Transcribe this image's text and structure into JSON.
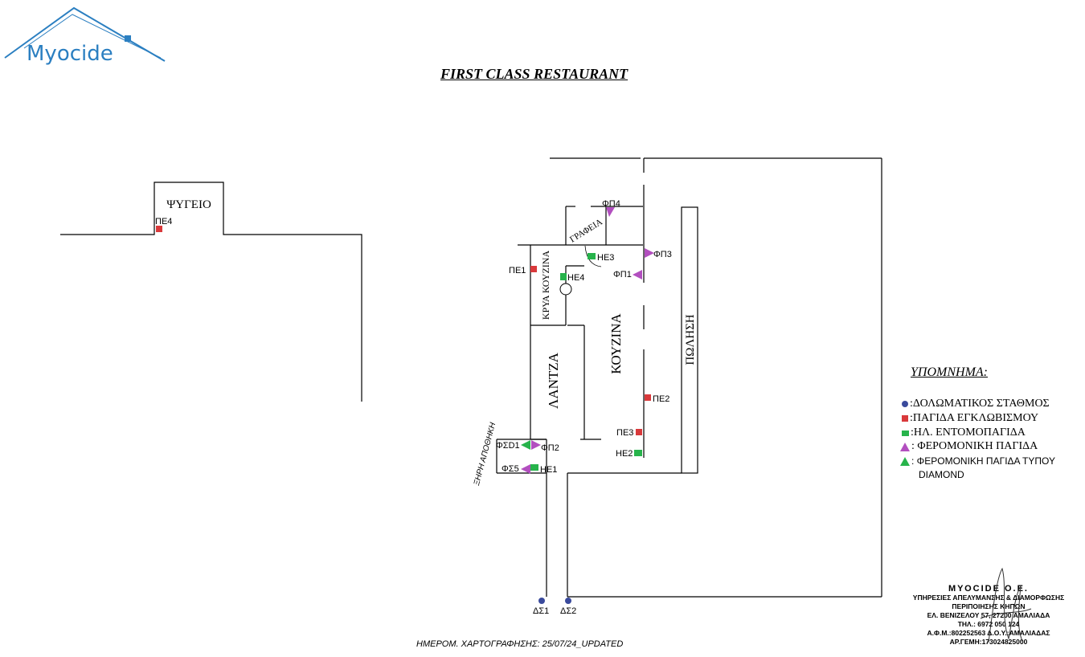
{
  "logo": {
    "text": "Myocide"
  },
  "title": "FIRST CLASS RESTAURANT",
  "rooms": {
    "fridge": "ΨΥΓΕΙΟ",
    "offices": "ΓΡΑΦΕΙΑ",
    "cold_kitchen": "ΚΡΥΑ ΚΟΥΖΙΝΑ",
    "lantza": "ΛΑΝΤΖΑ",
    "kitchen": "ΚΟΥΖΙΝΑ",
    "sales": "ΠΩΛΗΣΗ",
    "dry_storage": "ΞΗΡΗ ΑΠΟΘΗΚΗ"
  },
  "devices": {
    "pe1": "ΠΕ1",
    "pe2": "ΠΕ2",
    "pe3": "ΠΕ3",
    "pe4": "ΠΕ4",
    "he1": "ΗΕ1",
    "he2": "ΗΕ2",
    "he3": "ΗΕ3",
    "he4": "ΗΕ4",
    "fp1": "ΦΠ1",
    "fp2": "ΦΠ2",
    "fp3": "ΦΠ3",
    "fp4": "ΦΠ4",
    "fsd1": "ΦΣD1",
    "fs5": "ΦΣ5",
    "ds1": "ΔΣ1",
    "ds2": "ΔΣ2"
  },
  "legend": {
    "title": "ΥΠΟΜΝΗΜΑ:",
    "items": [
      {
        "label": ":ΔΟΛΩΜΑΤΙΚΟΣ ΣΤΑΘΜΟΣ",
        "color": "#3a4a9c",
        "icon": "blue-dot"
      },
      {
        "label": ":ΠΑΓΙΔΑ ΕΓΚΛΩΒΙΣΜΟΥ",
        "color": "#d9393b",
        "icon": "red-square"
      },
      {
        "label": ":ΗΛ. ΕΝΤΟΜΟΠΑΓΙΔΑ",
        "color": "#27b34b",
        "icon": "green-square"
      },
      {
        "label": ": ΦΕΡΟΜΟΝΙΚΗ ΠΑΓΙΔΑ",
        "color": "#b24fbf",
        "icon": "purple-triangle"
      },
      {
        "label": ": ΦΕΡΟΜΟΝΙΚΗ ΠΑΓΙΔΑ ΤΥΠΟΥ",
        "label2": "DIAMOND",
        "color": "#27b34b",
        "icon": "green-triangle"
      }
    ]
  },
  "date_line": "ΗΜΕΡΟΜ. ΧΑΡΤΟΓΡΑΦΗΣΗΣ: 25/07/24_UPDATED",
  "stamp": {
    "line1": "ΜΥΟCIDE Ο.Ε.",
    "line2": "ΥΠΗΡΕΣΙΕΣ ΑΠΕΛΥΜΑΝΣΗΣ & ΔΙΑΜΟΡΦΩΣΗΣ",
    "line3": "ΠΕΡΙΠΟΙΗΣΗΣ ΚΗΠΩΝ",
    "line4": "ΕΛ. ΒΕΝΙΖΕΛΟΥ 57, 27200 ΑΜΑΛΙΑΔΑ",
    "line5": "ΤΗΛ.: 6972 050 124",
    "line6": "Α.Φ.Μ.:802252563 Δ.Ο.Υ.:ΑΜΑΛΙΑΔΑΣ",
    "line7": "ΑΡ.ΓΕΜΗ:173024825000"
  }
}
